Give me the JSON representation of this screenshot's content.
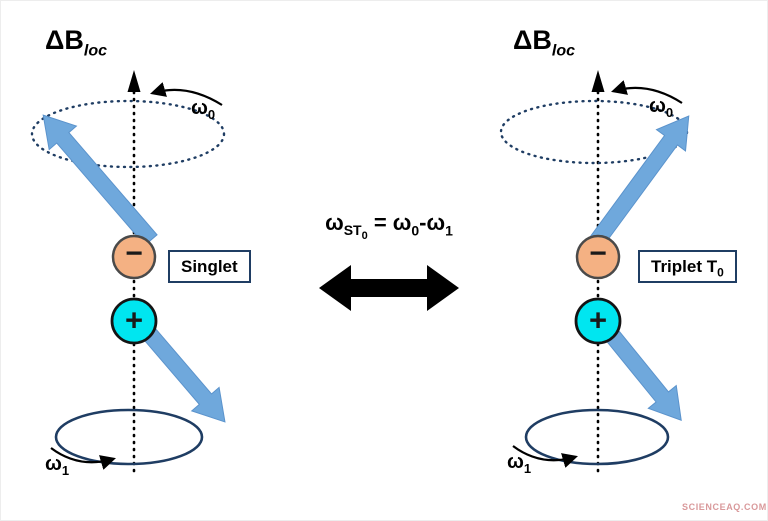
{
  "title": "Singlet / Triplet spin precession diagram",
  "colors": {
    "spin_arrow": "#6fa8dc",
    "spin_arrow_edge": "#5b93cc",
    "ellipse_stroke": "#1f3d63",
    "axis_color": "#000000",
    "negative_fill": "#f4b183",
    "negative_stroke": "#4a4a4a",
    "positive_fill": "#00e6f0",
    "positive_stroke": "#141414",
    "box_border": "#1f3d63",
    "double_arrow": "#000000",
    "watermark": "#d9999b"
  },
  "left": {
    "field_base": "ΔB",
    "field_sub": "loc",
    "omega_top_base": "ω",
    "omega_top_sub": "0",
    "omega_bottom_base": "ω",
    "omega_bottom_sub": "1",
    "negative_charge": "−",
    "positive_charge": "+",
    "state_base": "Singlet",
    "state_sub": ""
  },
  "right": {
    "field_base": "ΔB",
    "field_sub": "loc",
    "omega_top_base": "ω",
    "omega_top_sub": "0",
    "omega_bottom_base": "ω",
    "omega_bottom_sub": "1",
    "negative_charge": "−",
    "positive_charge": "+",
    "state_base": "Triplet T",
    "state_sub": "0"
  },
  "center": {
    "eq_lhs_base": "ω",
    "eq_lhs_sub": "ST",
    "eq_lhs_subsub": "0",
    "eq_equals": " = ",
    "eq_rhs1_base": "ω",
    "eq_rhs1_sub": "0",
    "eq_minus": "-",
    "eq_rhs2_base": "ω",
    "eq_rhs2_sub": "1"
  },
  "watermark": "SCIENCEAQ.COM"
}
